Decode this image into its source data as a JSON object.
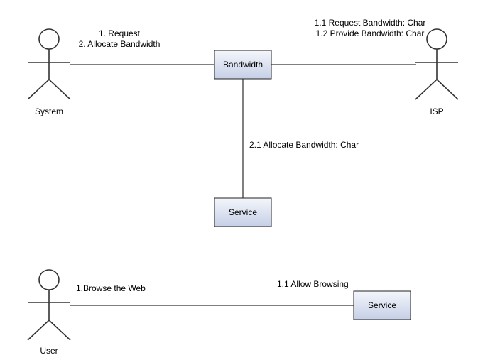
{
  "diagram": {
    "actors": {
      "system": "System",
      "isp": "ISP",
      "user": "User"
    },
    "boxes": {
      "bandwidth": "Bandwidth",
      "service_top": "Service",
      "service_bottom": "Service"
    },
    "messages": {
      "system_bandwidth_1": "1. Request",
      "system_bandwidth_2": "2. Allocate Bandwidth",
      "bandwidth_isp_1": "1.1 Request Bandwidth: Char",
      "bandwidth_isp_2": "1.2 Provide Bandwidth: Char",
      "bandwidth_service": "2.1 Allocate Bandwidth: Char",
      "user_browse": "1.Browse the Web",
      "service_allow": "1.1 Allow Browsing"
    },
    "colors": {
      "box_gradient_top": "#f4f6fb",
      "box_gradient_bottom": "#c5cfe6",
      "box_border": "#222222",
      "actor_stroke": "#333333",
      "line": "#000000"
    }
  }
}
